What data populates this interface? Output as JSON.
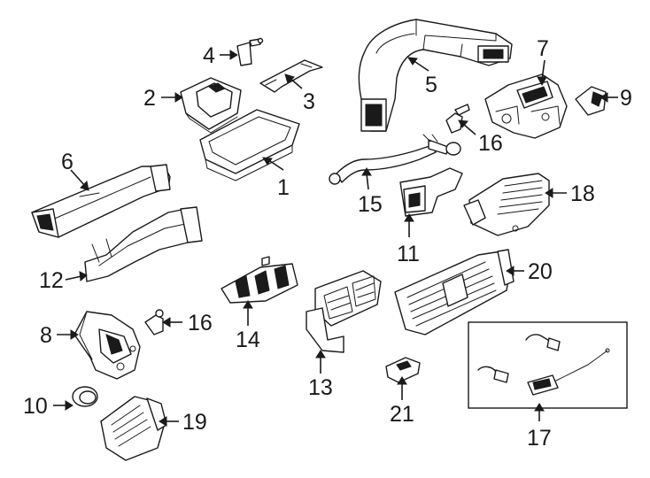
{
  "diagram": {
    "callouts": [
      {
        "id": "c1",
        "label": "1"
      },
      {
        "id": "c2",
        "label": "2"
      },
      {
        "id": "c3",
        "label": "3"
      },
      {
        "id": "c4",
        "label": "4"
      },
      {
        "id": "c5",
        "label": "5"
      },
      {
        "id": "c6",
        "label": "6"
      },
      {
        "id": "c7",
        "label": "7"
      },
      {
        "id": "c8",
        "label": "8"
      },
      {
        "id": "c9",
        "label": "9"
      },
      {
        "id": "c10",
        "label": "10"
      },
      {
        "id": "c11",
        "label": "11"
      },
      {
        "id": "c12",
        "label": "12"
      },
      {
        "id": "c13",
        "label": "13"
      },
      {
        "id": "c14",
        "label": "14"
      },
      {
        "id": "c15",
        "label": "15"
      },
      {
        "id": "c16a",
        "label": "16"
      },
      {
        "id": "c16b",
        "label": "16"
      },
      {
        "id": "c17",
        "label": "17"
      },
      {
        "id": "c18",
        "label": "18"
      },
      {
        "id": "c19",
        "label": "19"
      },
      {
        "id": "c20",
        "label": "20"
      },
      {
        "id": "c21",
        "label": "21"
      }
    ]
  }
}
